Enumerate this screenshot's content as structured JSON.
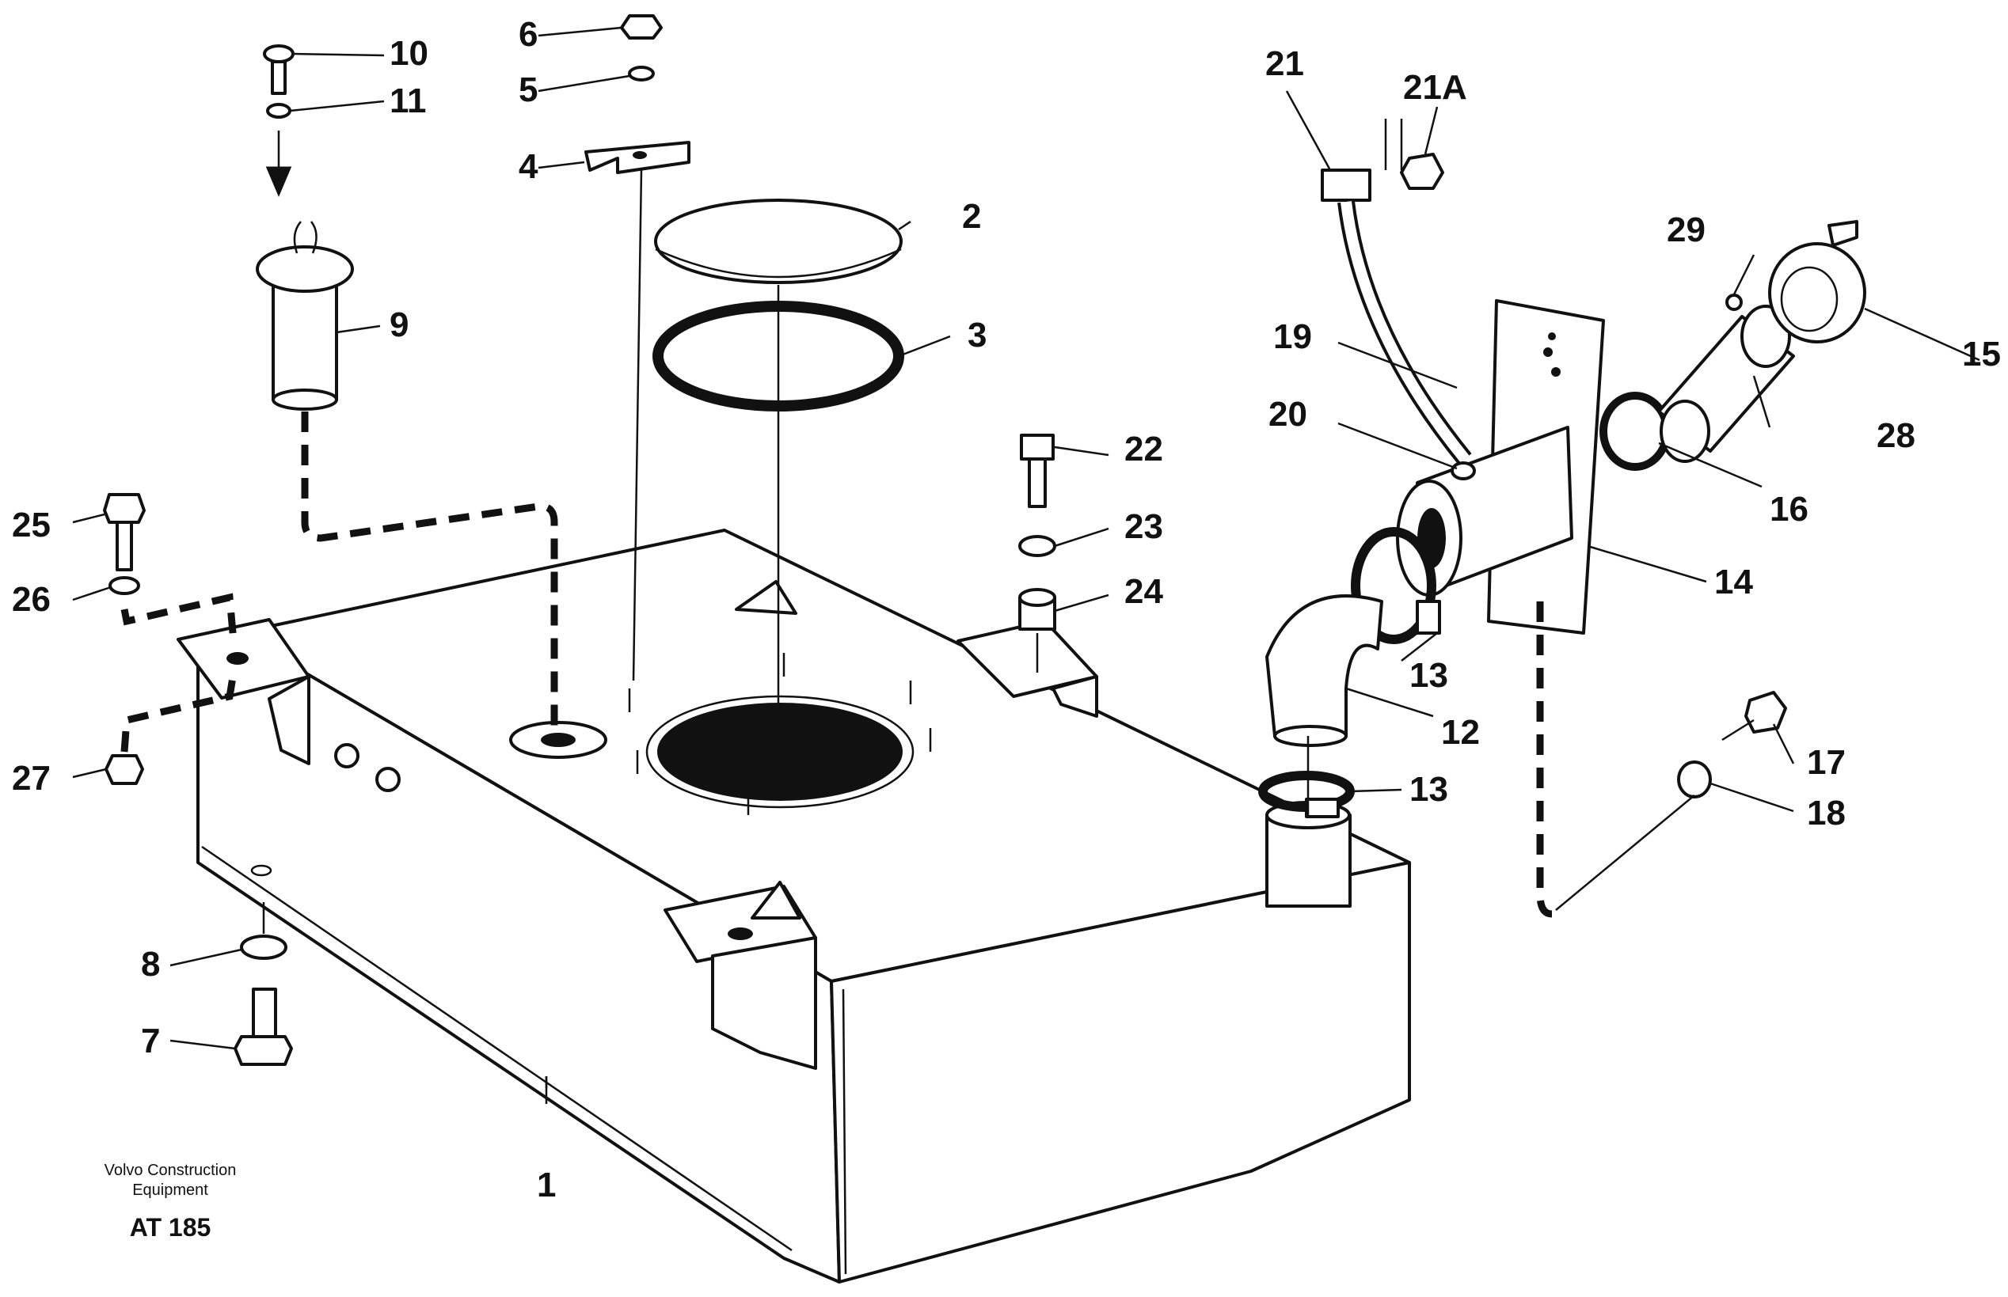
{
  "callouts": [
    {
      "id": "1",
      "text": "1"
    },
    {
      "id": "2",
      "text": "2"
    },
    {
      "id": "3",
      "text": "3"
    },
    {
      "id": "4",
      "text": "4"
    },
    {
      "id": "5",
      "text": "5"
    },
    {
      "id": "6",
      "text": "6"
    },
    {
      "id": "7",
      "text": "7"
    },
    {
      "id": "8",
      "text": "8"
    },
    {
      "id": "9",
      "text": "9"
    },
    {
      "id": "10",
      "text": "10"
    },
    {
      "id": "11",
      "text": "11"
    },
    {
      "id": "12",
      "text": "12"
    },
    {
      "id": "13a",
      "text": "13"
    },
    {
      "id": "13b",
      "text": "13"
    },
    {
      "id": "14",
      "text": "14"
    },
    {
      "id": "15",
      "text": "15"
    },
    {
      "id": "16",
      "text": "16"
    },
    {
      "id": "17",
      "text": "17"
    },
    {
      "id": "18",
      "text": "18"
    },
    {
      "id": "19",
      "text": "19"
    },
    {
      "id": "20",
      "text": "20"
    },
    {
      "id": "21",
      "text": "21"
    },
    {
      "id": "21A",
      "text": "21A"
    },
    {
      "id": "22",
      "text": "22"
    },
    {
      "id": "23",
      "text": "23"
    },
    {
      "id": "24",
      "text": "24"
    },
    {
      "id": "25",
      "text": "25"
    },
    {
      "id": "26",
      "text": "26"
    },
    {
      "id": "27",
      "text": "27"
    },
    {
      "id": "28",
      "text": "28"
    },
    {
      "id": "29",
      "text": "29"
    }
  ],
  "caption": {
    "company_line1": "Volvo Construction",
    "company_line2": "Equipment",
    "figure_code": "AT 185"
  }
}
